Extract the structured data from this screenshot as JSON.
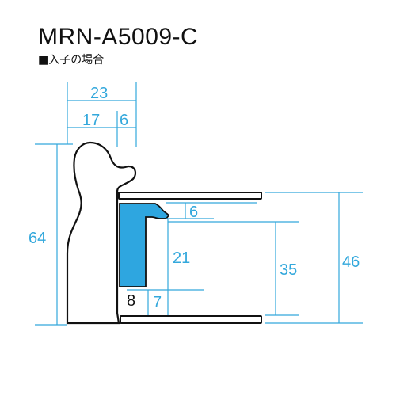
{
  "header": {
    "title": "MRN-A5009-C",
    "subtitle": "■入子の場合"
  },
  "dimensions": {
    "d23": "23",
    "d17": "17",
    "d6_top": "6",
    "d64": "64",
    "d6_right": "6",
    "d21": "21",
    "d35": "35",
    "d46": "46",
    "d8": "8",
    "d7": "7"
  },
  "colors": {
    "dimension": "#33a8dc",
    "insert": "#2ea6e0",
    "outline": "#111111",
    "background": "#ffffff"
  }
}
